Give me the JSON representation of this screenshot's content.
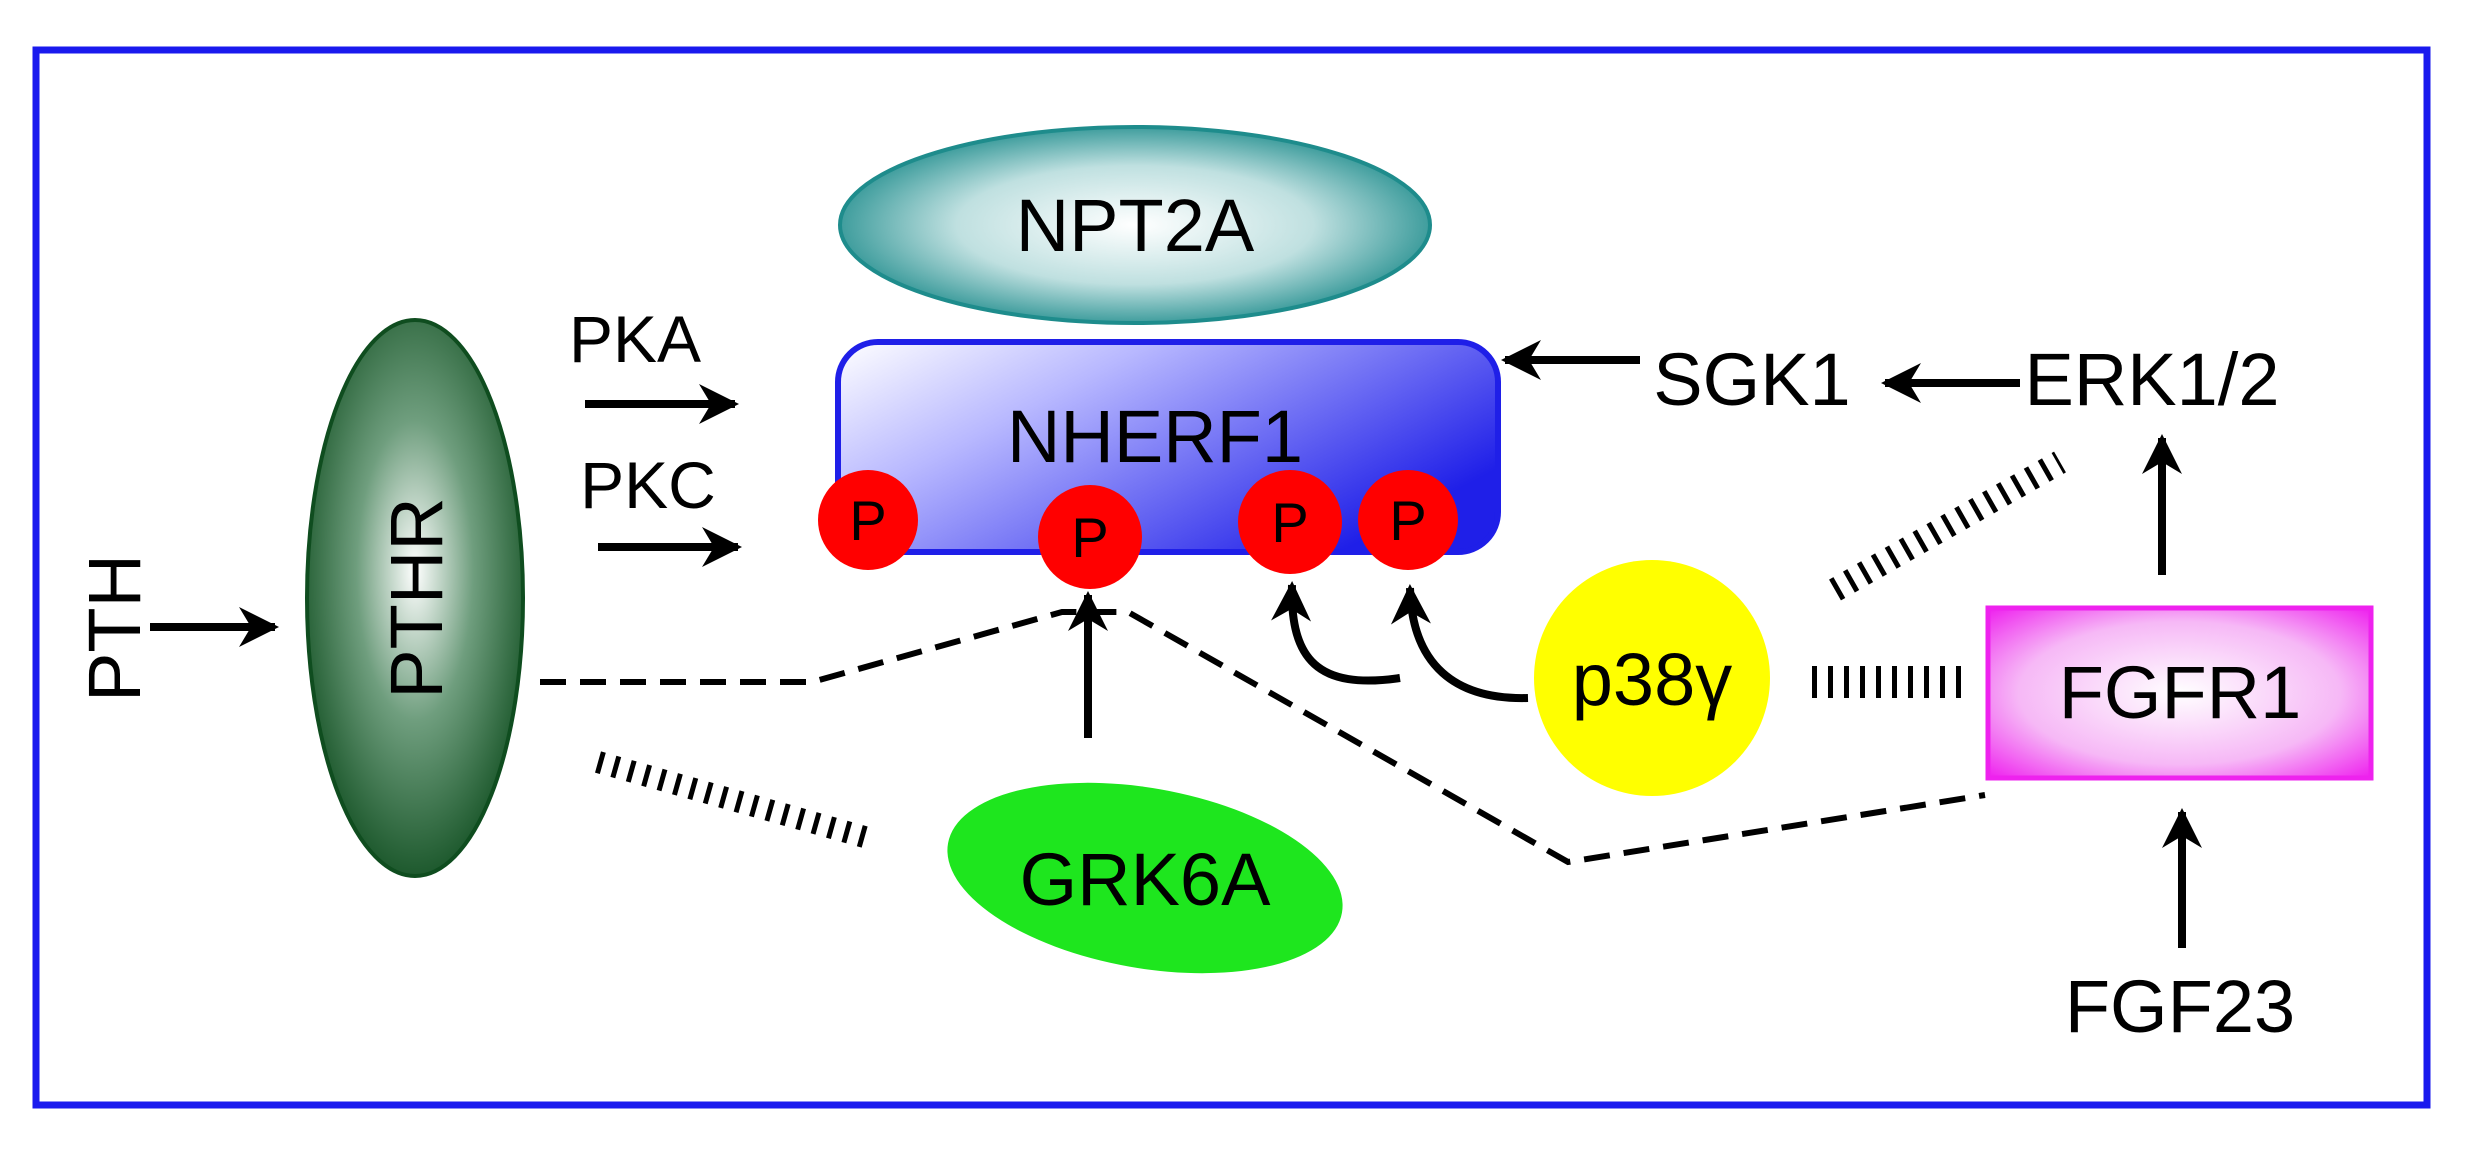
{
  "nodes": {
    "npt2a": "NPT2A",
    "nherf1": "NHERF1",
    "pthr": "PTHR",
    "grk6a": "GRK6A",
    "p38": "p38γ",
    "fgfr1": "FGFR1"
  },
  "labels": {
    "pth": "PTH",
    "pka": "PKA",
    "pkc": "PKC",
    "sgk1": "SGK1",
    "erk": "ERK1/2",
    "fgf23": "FGF23"
  },
  "phospho_label": "P",
  "colors": {
    "frame": "#1a1aee",
    "nherf1": "#1f1fe8",
    "npt2a": "#1e8c8c",
    "pthr": "#0f4d1f",
    "grk6a": "#1ee61e",
    "p38": "#ffff00",
    "fgfr1": "#ee22ee",
    "phospho": "#ff0000"
  }
}
